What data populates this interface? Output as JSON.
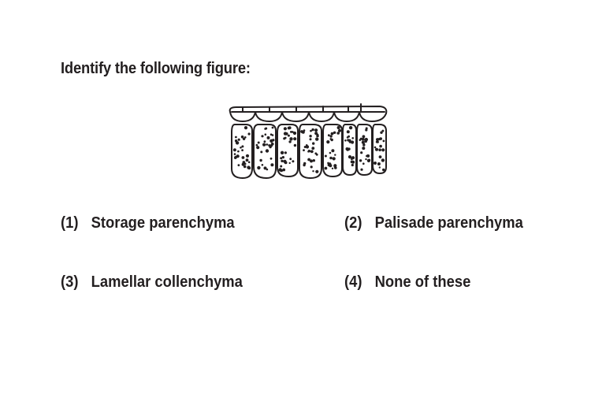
{
  "question": {
    "text": "Identify the following figure:"
  },
  "figure": {
    "icon": "palisade-tissue-illustration",
    "stroke_color": "#231f20"
  },
  "options": [
    {
      "number": "(1)",
      "label": "Storage parenchyma"
    },
    {
      "number": "(2)",
      "label": "Palisade parenchyma"
    },
    {
      "number": "(3)",
      "label": "Lamellar collenchyma"
    },
    {
      "number": "(4)",
      "label": "None of these"
    }
  ]
}
